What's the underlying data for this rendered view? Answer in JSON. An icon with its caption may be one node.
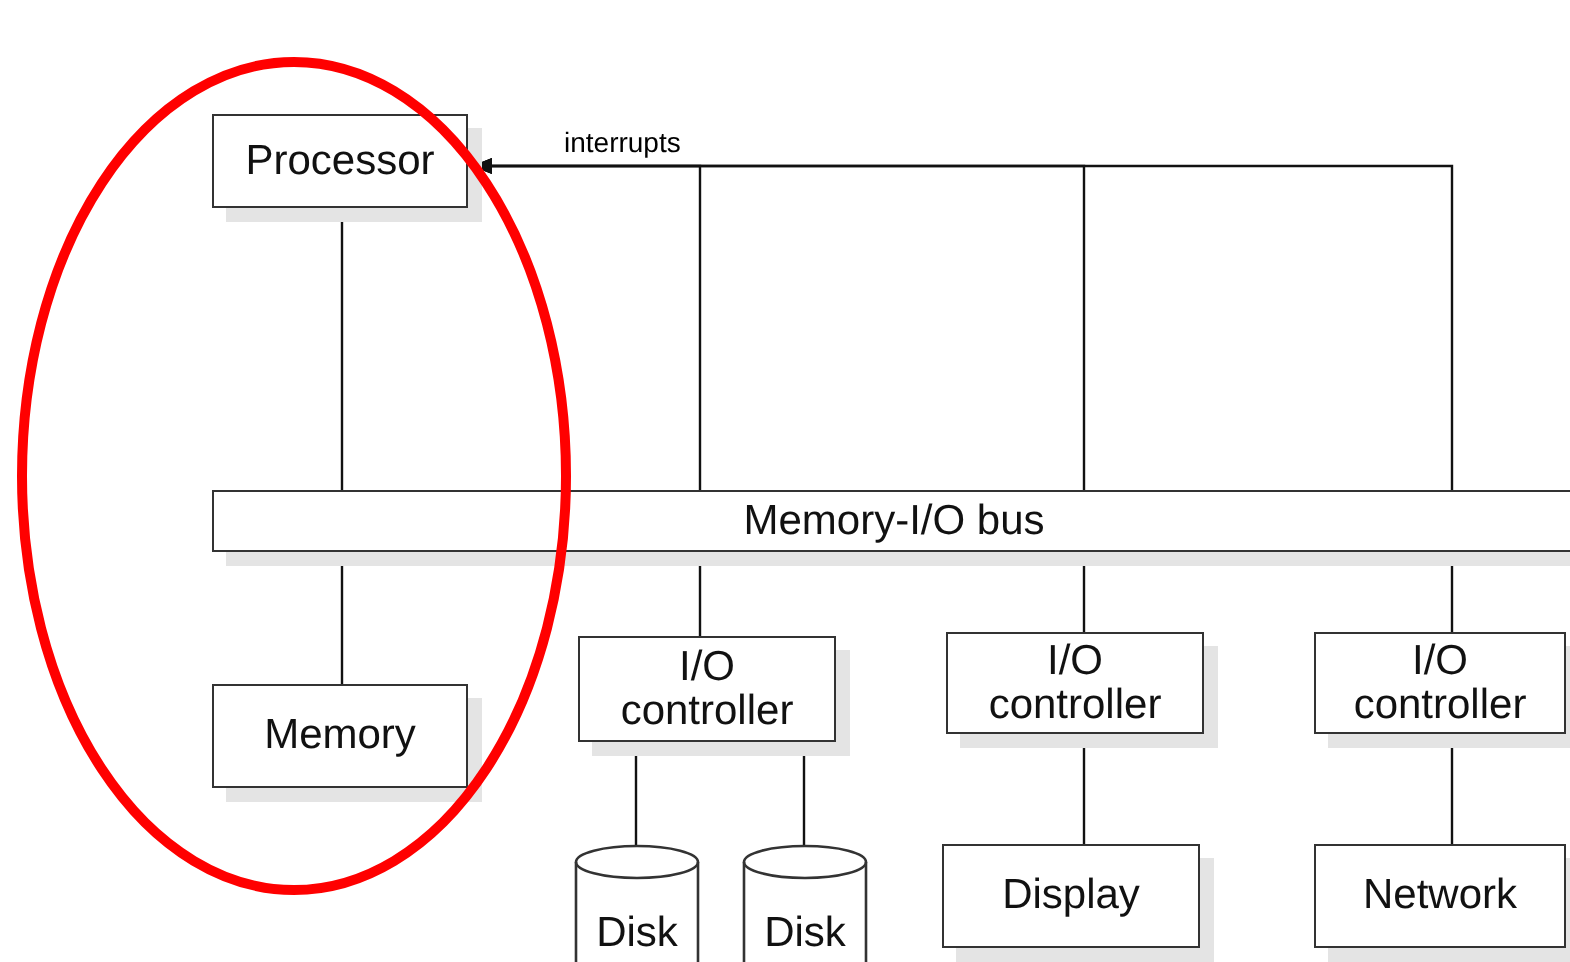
{
  "diagram": {
    "nodes": [
      {
        "text": [
          "Processor"
        ]
      },
      {
        "text": [
          "Memory-I/O bus"
        ]
      },
      {
        "text": [
          "Memory"
        ]
      },
      {
        "text": [
          "I/O controller"
        ]
      },
      {
        "text": [
          "I/O controller"
        ]
      },
      {
        "text": [
          "I/O controller"
        ]
      },
      {
        "text": [
          "Disk"
        ]
      },
      {
        "text": [
          "Disk"
        ]
      },
      {
        "text": [
          "Display"
        ]
      },
      {
        "text": [
          "Network"
        ]
      }
    ],
    "edges": [
      {
        "from": 0,
        "to": 1,
        "arrow": "none"
      },
      {
        "from": 1,
        "to": 2,
        "arrow": "none"
      },
      {
        "from": 1,
        "to": 3,
        "arrow": "none"
      },
      {
        "from": 1,
        "to": 4,
        "arrow": "none"
      },
      {
        "from": 1,
        "to": 5,
        "arrow": "none"
      },
      {
        "from": 3,
        "to": 6,
        "arrow": "none"
      },
      {
        "from": 3,
        "to": 7,
        "arrow": "none"
      },
      {
        "from": 4,
        "to": 8,
        "arrow": "none"
      },
      {
        "from": 5,
        "to": 9,
        "arrow": "none"
      },
      {
        "from": 1,
        "to": 0,
        "arrow": "to",
        "label": "interrupts"
      },
      {
        "from": 1,
        "to": 0,
        "arrow": "to"
      },
      {
        "from": 1,
        "to": 0,
        "arrow": "to"
      }
    ]
  }
}
